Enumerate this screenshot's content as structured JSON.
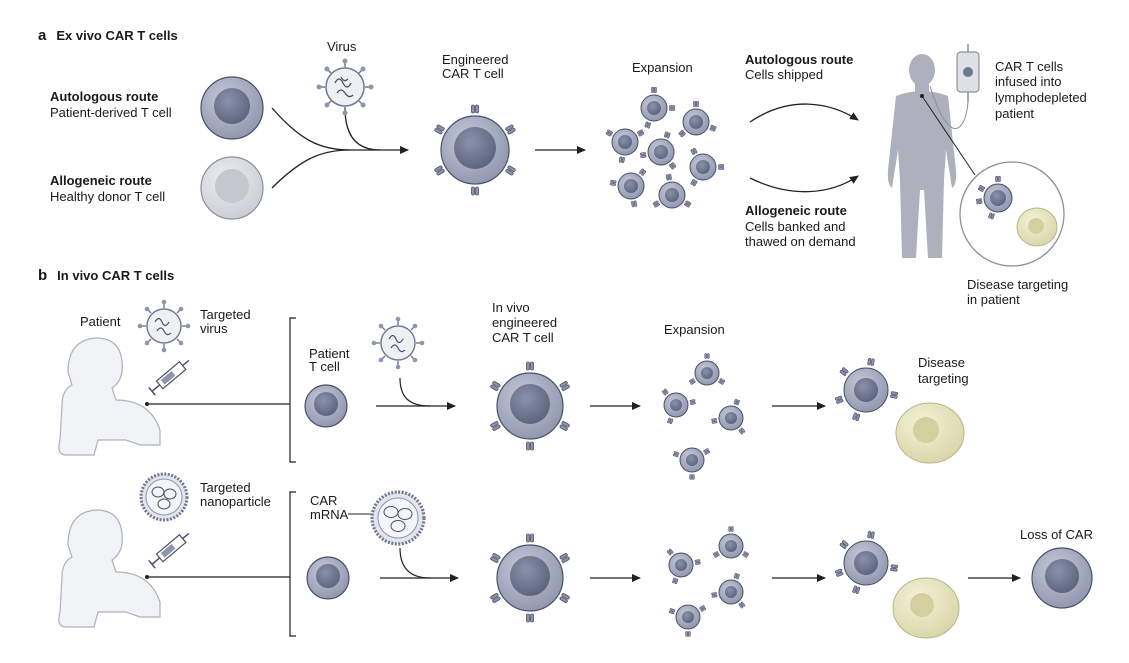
{
  "panel_a": {
    "letter": "a",
    "title": "Ex vivo CAR T cells",
    "autologous_label": "Autologous route",
    "autologous_sub": "Patient-derived T cell",
    "allogeneic_label": "Allogeneic route",
    "allogeneic_sub": "Healthy donor T cell",
    "virus": "Virus",
    "engineered_line1": "Engineered",
    "engineered_line2": "CAR T cell",
    "expansion": "Expansion",
    "route_auto_title": "Autologous route",
    "route_auto_sub": "Cells shipped",
    "route_allo_title": "Allogeneic route",
    "route_allo_sub1": "Cells banked and",
    "route_allo_sub2": "thawed on demand",
    "infused_line1": "CAR T cells",
    "infused_line2": "infused into",
    "infused_line3": "lymphodepleted",
    "infused_line4": "patient",
    "disease_line1": "Disease targeting",
    "disease_line2": "in patient"
  },
  "panel_b": {
    "letter": "b",
    "title": "In vivo CAR T cells",
    "patient": "Patient",
    "targeted_virus_line1": "Targeted",
    "targeted_virus_line2": "virus",
    "patient_tcell_line1": "Patient",
    "patient_tcell_line2": "T cell",
    "invivo_line1": "In vivo",
    "invivo_line2": "engineered",
    "invivo_line3": "CAR T cell",
    "expansion": "Expansion",
    "disease_line1": "Disease",
    "disease_line2": "targeting",
    "targeted_np_line1": "Targeted",
    "targeted_np_line2": "nanoparticle",
    "car_line1": "CAR",
    "car_line2": "mRNA",
    "loss_of_car": "Loss of CAR"
  },
  "colors": {
    "tcell_body": "#a9afc4",
    "tcell_nucleus": "#6f7793",
    "tcell_outline": "#4a5069",
    "donor_cell": "#d9dbe0",
    "tumor_cell": "#e8e6c4",
    "tumor_nucleus": "#d3cf9f",
    "silhouette": "#aeb1bd",
    "arrow": "#222222"
  }
}
